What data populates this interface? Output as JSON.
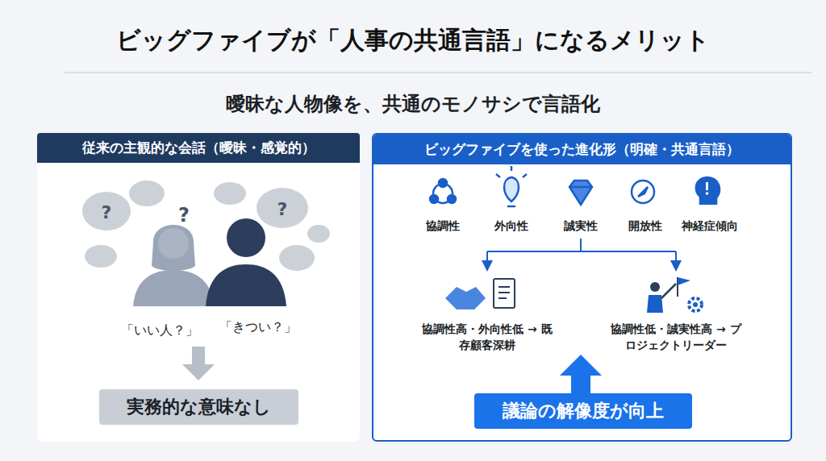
{
  "diagram": {
    "title": "ビッグファイブが「人事の共通言語」になるメリット",
    "nodes": [
      {
        "text": [
          "従来の主観的な会話（曖昧・感覚的）"
        ]
      },
      {
        "text": [
          "実務的な意味なし"
        ],
        "in": 0
      },
      {
        "text": [
          "ビッグファイブを使った進化形（明確・共通言語）"
        ]
      },
      {
        "text": [
          "議論の解像度が向上"
        ],
        "in": 2
      }
    ],
    "edges": [],
    "labels": [
      "曖昧な人物像を、共通のモノサシで言語化",
      "?",
      "?",
      "?",
      "「いい人？」",
      "「きつい？」",
      "協調性",
      "外向性",
      "誠実性",
      "開放性",
      "神経症傾向",
      "協調性高・外向性低 → 既存顧客深耕",
      "協調性低・誠実性高 → プロジェクトリーダー"
    ]
  }
}
